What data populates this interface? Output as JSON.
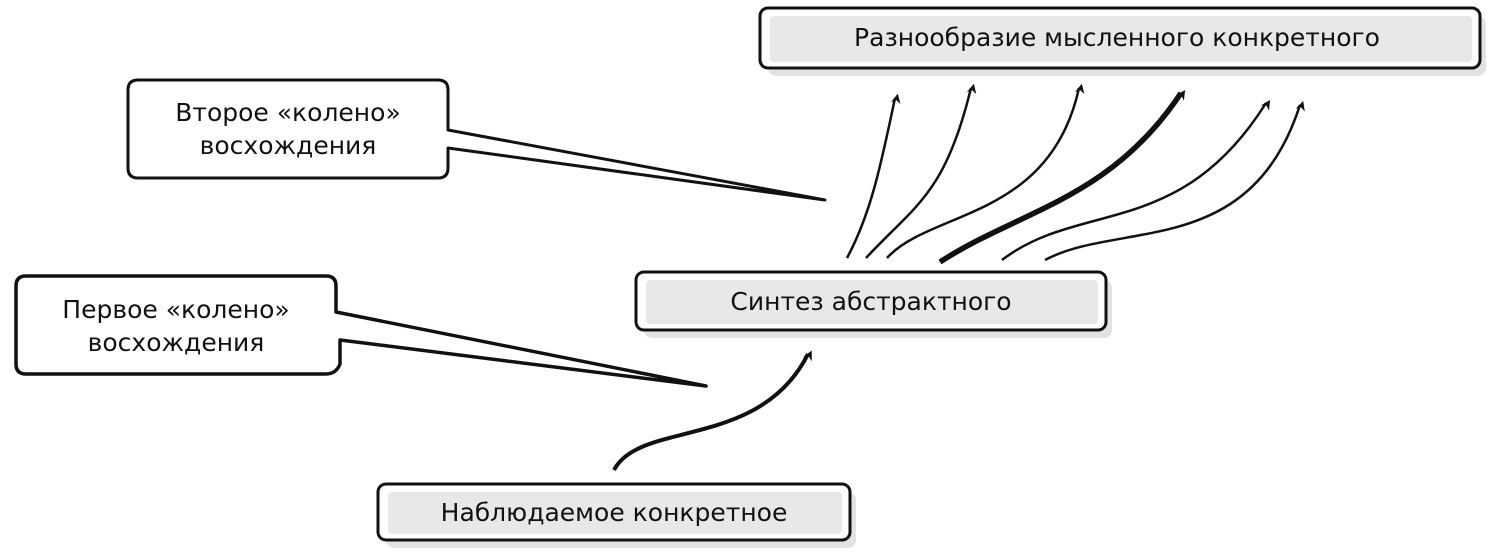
{
  "boxes": {
    "top": "Разнообразие мысленного конкретного",
    "middle": "Синтез абстрактного",
    "bottom": "Наблюдаемое конкретное"
  },
  "callouts": {
    "second": {
      "line1": "Второе «колено»",
      "line2": "восхождения"
    },
    "first": {
      "line1": "Первое «колено»",
      "line2": "восхождения"
    }
  },
  "colors": {
    "box_fill": "#e6e6e6",
    "shadow": "#dcdcdc",
    "stroke": "#111111"
  }
}
